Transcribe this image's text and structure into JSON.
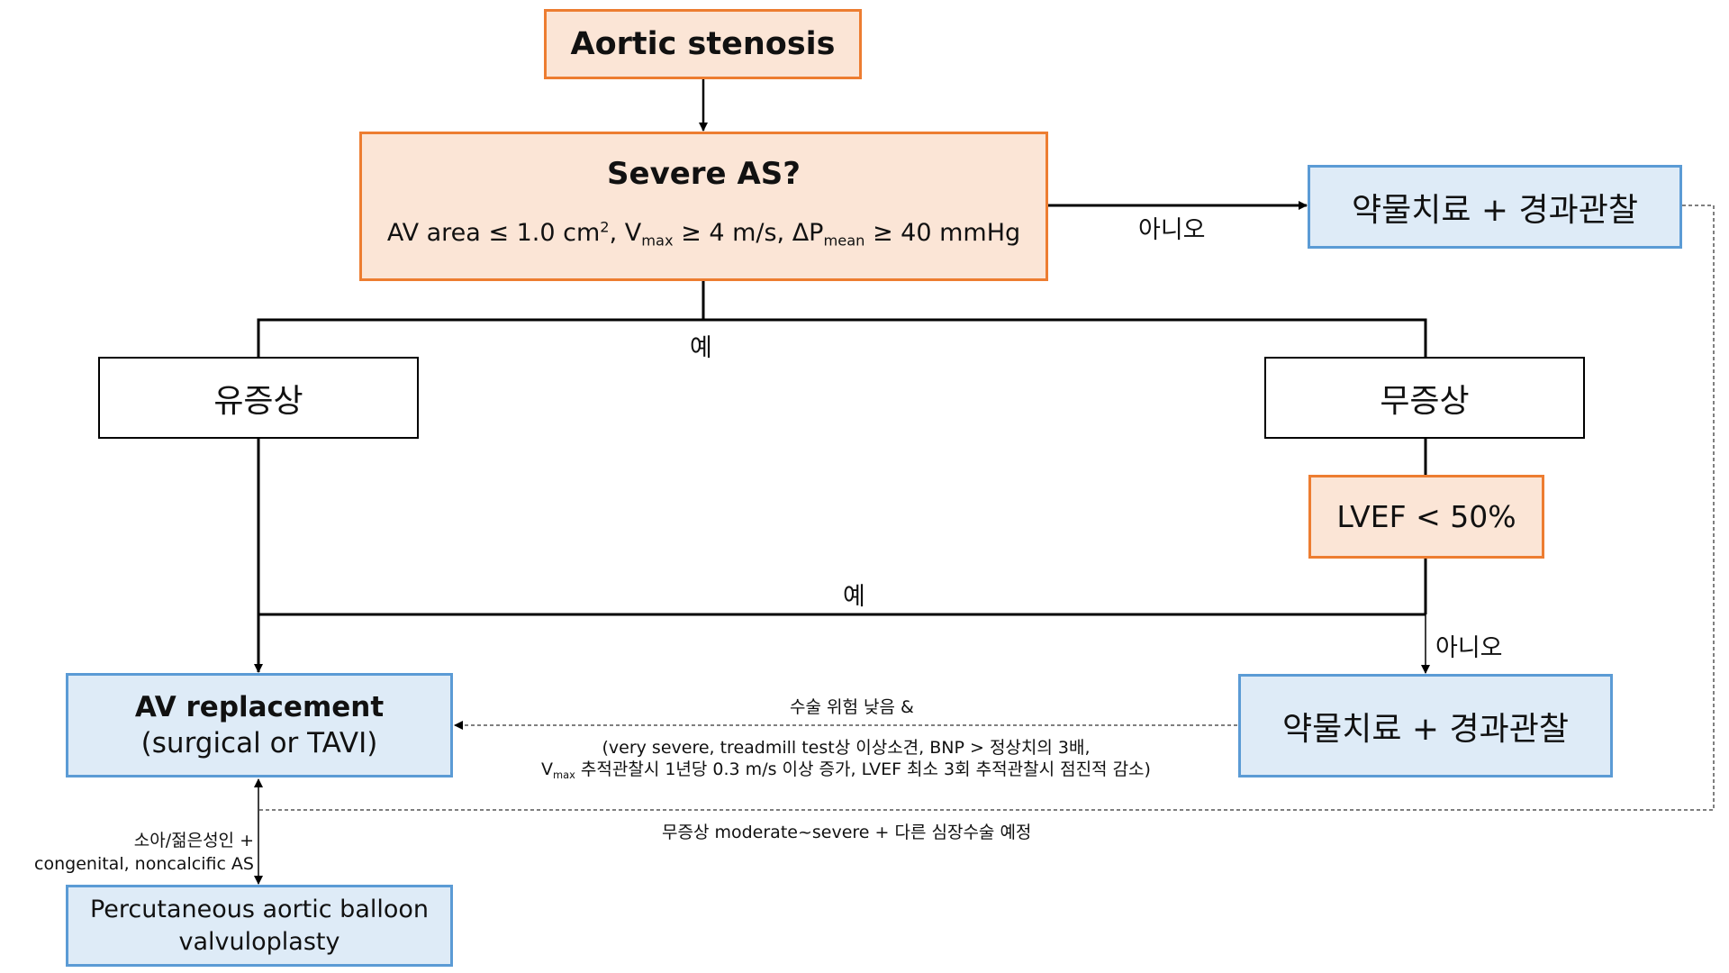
{
  "colors": {
    "decision_fill": "#fbe5d6",
    "decision_border": "#ed7d31",
    "outcome_fill": "#deebf7",
    "outcome_border": "#5b9bd5",
    "line": "#000000",
    "dashed_line": "#555555"
  },
  "nodes": {
    "aortic_stenosis": "Aortic stenosis",
    "severe_as": {
      "title": "Severe AS?",
      "criteria": {
        "part1": "AV area ≤ 1.0 cm",
        "part1_sup": "2",
        "part2": ", V",
        "part2_sub": "max",
        "part3": " ≥ 4 m/s, ΔP",
        "part3_sub": "mean",
        "part4": " ≥ 40 mmHg"
      }
    },
    "medical_top": "약물치료 + 경과관찰",
    "symptomatic": "유증상",
    "asymptomatic": "무증상",
    "lvef": "LVEF < 50%",
    "av_replacement": {
      "title": "AV replacement",
      "subtitle": "(surgical or TAVI)"
    },
    "medical_bottom": "약물치료 + 경과관찰",
    "pabv": {
      "line1": "Percutaneous aortic balloon",
      "line2": "valvuloplasty"
    }
  },
  "edge_labels": {
    "severe_no": "아니오",
    "severe_yes": "예",
    "lvef_yes": "예",
    "lvef_no": "아니오",
    "low_risk_title": "수술 위험 낮음 &",
    "low_risk_line1": "(very severe, treadmill test상 이상소견, BNP > 정상치의 3배,",
    "low_risk_line2_v": "V",
    "low_risk_line2_sub": "max",
    "low_risk_line2_rest": " 추적관찰시 1년당 0.3 m/s 이상 증가, LVEF 최소 3회 추적관찰시 점진적 감소)",
    "moderate_path": "무증상 moderate~severe + 다른 심장수술 예정",
    "pabv_line1": "소아/젊은성인 +",
    "pabv_line2": "congenital, noncalcific AS"
  }
}
